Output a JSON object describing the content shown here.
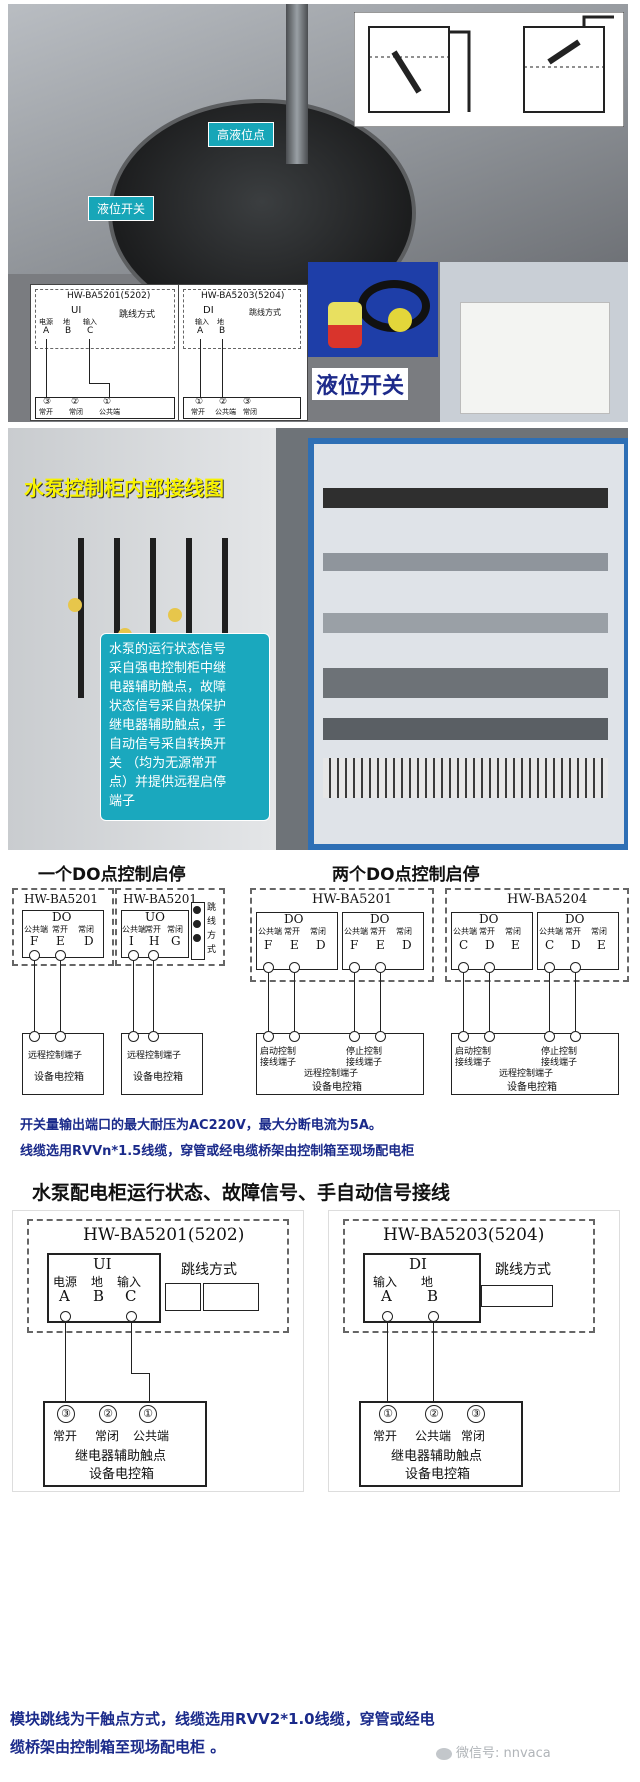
{
  "photo1": {
    "callout_high": "高液位点",
    "callout_switch": "液位开关",
    "ui": {
      "model": "HW-BA5201(5202)",
      "label": "UI",
      "jumper": "跳线方式",
      "terms": [
        "电源",
        "地",
        "输入"
      ],
      "letters": [
        "A",
        "B",
        "C"
      ],
      "pins": [
        "③",
        "②",
        "①"
      ],
      "pin_labels": [
        "常开",
        "常闭",
        "公共端"
      ]
    },
    "di": {
      "model": "HW-BA5203(5204)",
      "label": "DI",
      "jumper": "跳线方式",
      "terms": [
        "输入",
        "地"
      ],
      "letters": [
        "A",
        "B"
      ],
      "pins": [
        "①",
        "②",
        "③"
      ],
      "pin_labels": [
        "常开",
        "公共端",
        "常闭"
      ]
    },
    "switch_title": "液位开关"
  },
  "photo2": {
    "title": "水泵控制柜内部接线图",
    "callout_lines": [
      "水泵的运行状态信号",
      "采自强电控制柜中继",
      "电器辅助触点，故障",
      "状态信号采自热保护",
      "继电器辅助触点，手",
      "自动信号采自转换开",
      "关 （均为无源常开",
      "点）并提供远程启停",
      "端子"
    ]
  },
  "do_section": {
    "heading_one": "一个DO点控制启停",
    "heading_two": "两个DO点控制启停",
    "d1": {
      "model": "HW-BA5201",
      "label": "DO",
      "terms": [
        "公共端",
        "常开",
        "常闭"
      ],
      "letters": [
        "F",
        "E",
        "D"
      ],
      "term_label": "远程控制端子",
      "box_label": "设备电控箱"
    },
    "d2": {
      "model": "HW-BA5201",
      "label": "UO",
      "terms": [
        "公共端",
        "常开",
        "常闭"
      ],
      "letters": [
        "I",
        "H",
        "G"
      ],
      "jumper": [
        "跳",
        "线",
        "方",
        "式"
      ],
      "term_label": "远程控制端子",
      "box_label": "设备电控箱"
    },
    "d3": {
      "model": "HW-BA5201",
      "label1": "DO",
      "label2": "DO",
      "terms": [
        "公共端",
        "常开",
        "常闭"
      ],
      "letters1": [
        "F",
        "E",
        "D"
      ],
      "letters2": [
        "F",
        "E",
        "D"
      ],
      "start": [
        "启动控制",
        "接线端子"
      ],
      "stop": [
        "停止控制",
        "接线端子"
      ],
      "term_label": "远程控制端子",
      "box_label": "设备电控箱"
    },
    "d4": {
      "model": "HW-BA5204",
      "label1": "DO",
      "label2": "DO",
      "terms": [
        "公共端",
        "常开",
        "常闭"
      ],
      "letters1": [
        "C",
        "D",
        "E"
      ],
      "letters2": [
        "C",
        "D",
        "E"
      ],
      "start": [
        "启动控制",
        "接线端子"
      ],
      "stop": [
        "停止控制",
        "接线端子"
      ],
      "term_label": "远程控制端子",
      "box_label": "设备电控箱"
    },
    "note1": "开关量输出端口的最大耐压为AC220V，最大分断电流为5A。",
    "note2": "线缆选用RVVn*1.5线缆，穿管或经电缆桥架由控制箱至现场配电柜"
  },
  "signal_section": {
    "heading": "水泵配电柜运行状态、故障信号、手自动信号接线",
    "ui": {
      "model": "HW-BA5201(5202)",
      "label": "UI",
      "jumper": "跳线方式",
      "terms": [
        "电源",
        "地",
        "输入"
      ],
      "letters": [
        "A",
        "B",
        "C"
      ],
      "pins": [
        "③",
        "②",
        "①"
      ],
      "pin_labels": [
        "常开",
        "常闭",
        "公共端"
      ],
      "relay": "继电器辅助触点",
      "box_label": "设备电控箱"
    },
    "di": {
      "model": "HW-BA5203(5204)",
      "label": "DI",
      "jumper": "跳线方式",
      "terms": [
        "输入",
        "地"
      ],
      "letters": [
        "A",
        "B"
      ],
      "pins": [
        "①",
        "②",
        "③"
      ],
      "pin_labels": [
        "常开",
        "公共端",
        "常闭"
      ],
      "relay": "继电器辅助触点",
      "box_label": "设备电控箱"
    },
    "footer_lines": [
      "模块跳线为干触点方式，线缆选用RVV2*1.0线缆，穿管或经电",
      "缆桥架由控制箱至现场配电柜 。"
    ],
    "watermark": "微信号: nnvaca"
  }
}
